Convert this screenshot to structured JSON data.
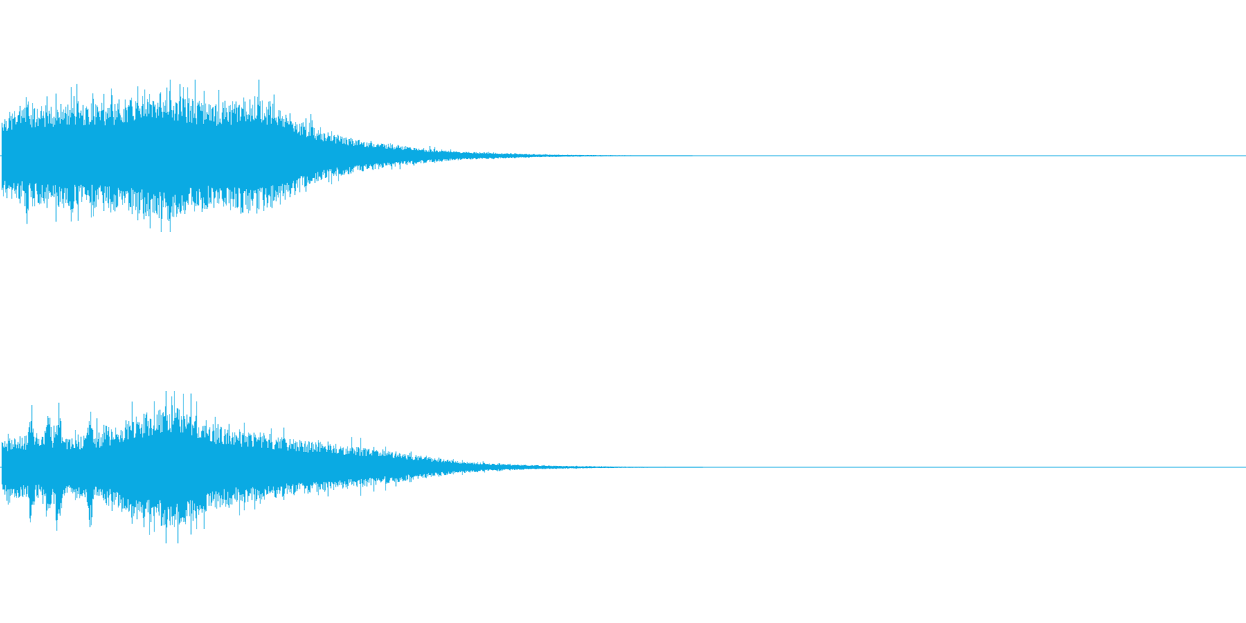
{
  "waveform": {
    "color": "#0aaae3",
    "background": "#ffffff",
    "channels": [
      {
        "channel": "left",
        "envelope": [
          0.56,
          0.61,
          0.66,
          0.7,
          0.68,
          0.72,
          0.76,
          0.82,
          0.86,
          0.76,
          0.7,
          0.74,
          0.8,
          0.7,
          0.52,
          0.36,
          0.28,
          0.22,
          0.18,
          0.14,
          0.1,
          0.075,
          0.055,
          0.045,
          0.035,
          0.025,
          0.018,
          0.013,
          0.01,
          0.008,
          0.006,
          0.004,
          0.003,
          0.002
        ],
        "peaks": [
          0.12,
          0.34,
          0.53,
          0.69
        ],
        "peak_amplitude": 0.98
      },
      {
        "channel": "right",
        "envelope": [
          0.36,
          0.42,
          0.4,
          0.38,
          0.44,
          0.48,
          0.66,
          0.74,
          0.82,
          0.72,
          0.56,
          0.48,
          0.46,
          0.4,
          0.36,
          0.34,
          0.3,
          0.26,
          0.22,
          0.18,
          0.14,
          0.1,
          0.07,
          0.05,
          0.04,
          0.03,
          0.022,
          0.016,
          0.012,
          0.009,
          0.007,
          0.005,
          0.003,
          0.002
        ],
        "peaks": [
          0.14,
          0.22,
          0.27,
          0.42
        ],
        "peak_amplitude": 0.92
      }
    ]
  }
}
